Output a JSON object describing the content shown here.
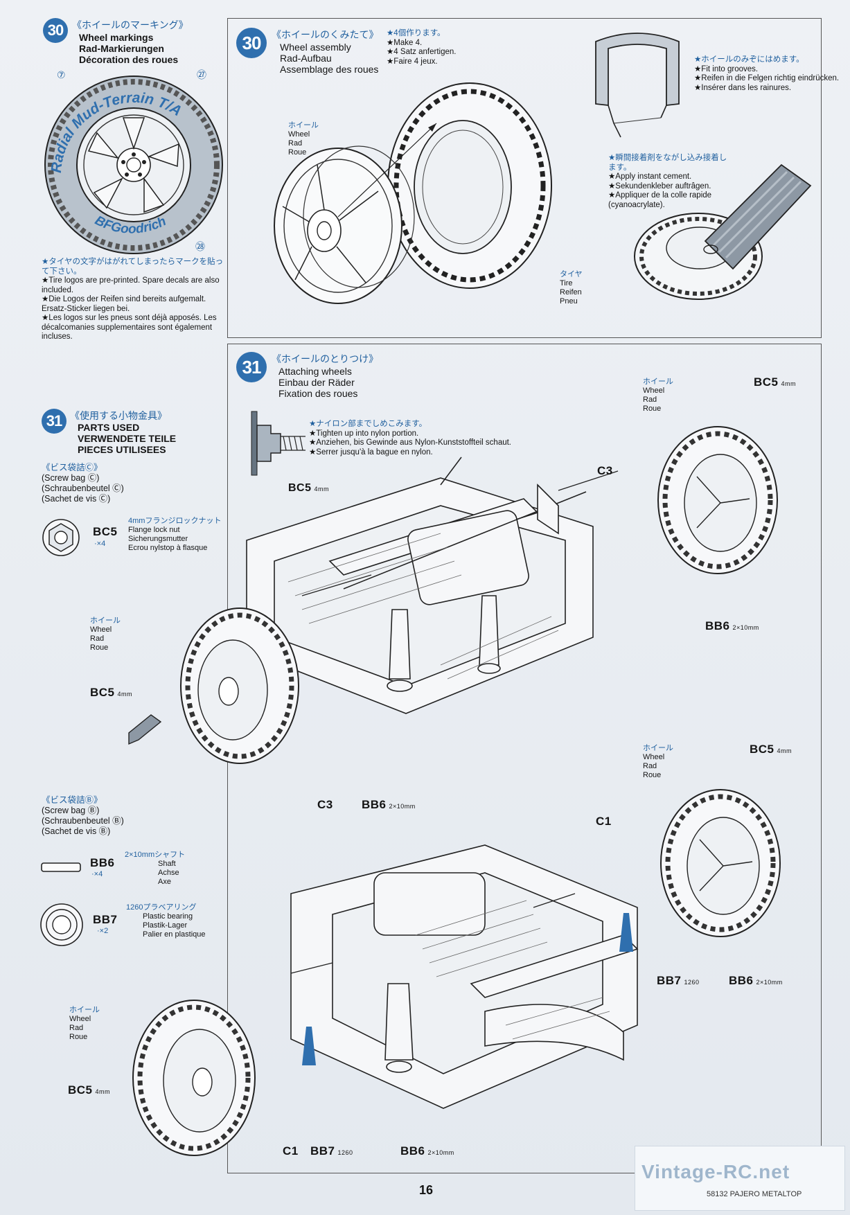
{
  "step30_markings": {
    "number": "30",
    "jp_title": "《ホイールのマーキング》",
    "title_en": "Wheel markings",
    "title_de": "Rad-Markierungen",
    "title_fr": "Décoration des roues",
    "decal_7": "⑦",
    "decal_27": "㉗",
    "decal_28": "㉘",
    "tire_text_top": "Radial Mud-Terrain T/A",
    "tire_text_bottom": "BFGoodrich",
    "note_jp": "★タイヤの文字がはがれてしまったらマークを貼って下さい。",
    "note_en": "★Tire logos are pre-printed. Spare decals are also included.",
    "note_de": "★Die Logos der Reifen sind bereits aufgemalt. Ersatz-Sticker liegen bei.",
    "note_fr": "★Les logos sur les pneus sont déjà apposés. Les décalcomanies supplementaires sont également incluses."
  },
  "step30_assembly": {
    "number": "30",
    "jp_title": "《ホイールのくみたて》",
    "title_en": "Wheel assembly",
    "title_de": "Rad-Aufbau",
    "title_fr": "Assemblage des roues",
    "make_jp": "★4個作ります。",
    "make_en": "★Make 4.",
    "make_de": "★4 Satz anfertigen.",
    "make_fr": "★Faire 4 jeux.",
    "wheel_jp": "ホイール",
    "wheel_en": "Wheel",
    "wheel_de": "Rad",
    "wheel_fr": "Roue",
    "tire_jp": "タイヤ",
    "tire_en": "Tire",
    "tire_de": "Reifen",
    "tire_fr": "Pneu",
    "grooves_jp": "★ホイールのみぞにはめます。",
    "grooves_en": "★Fit into grooves.",
    "grooves_de": "★Reifen in die Felgen richtig eindrücken.",
    "grooves_fr": "★Insérer dans les rainures.",
    "cement_jp": "★瞬間接着剤をながし込み接着します。",
    "cement_en": "★Apply instant cement.",
    "cement_de": "★Sekundenkleber auftrâgen.",
    "cement_fr": "★Appliquer de la colle rapide (cyanoacrylate)."
  },
  "step31_parts": {
    "number": "31",
    "jp_title": "《使用する小物金具》",
    "title_en": "PARTS USED",
    "title_de": "VERWENDETE TEILE",
    "title_fr": "PIECES UTILISEES",
    "bag_c_jp": "《ビス袋詰Ⓒ》",
    "bag_c_en": "(Screw bag Ⓒ)",
    "bag_c_de": "(Schraubenbeutel Ⓒ)",
    "bag_c_fr": "(Sachet de vis Ⓒ)",
    "bc5_code": "BC5",
    "bc5_qty": "·×4",
    "bc5_jp": "4mmフランジロックナット",
    "bc5_en": "Flange lock nut",
    "bc5_de": "Sicherungsmutter",
    "bc5_fr": "Ecrou nylstop à flasque",
    "bag_b_jp": "《ビス袋詰Ⓑ》",
    "bag_b_en": "(Screw bag Ⓑ)",
    "bag_b_de": "(Schraubenbeutel Ⓑ)",
    "bag_b_fr": "(Sachet de vis Ⓑ)",
    "bb6_code": "BB6",
    "bb6_qty": "·×4",
    "bb6_jp": "2×10mmシャフト",
    "bb6_en": "Shaft",
    "bb6_de": "Achse",
    "bb6_fr": "Axe",
    "bb7_code": "BB7",
    "bb7_qty": "·×2",
    "bb7_jp": "1260プラベアリング",
    "bb7_en": "Plastic bearing",
    "bb7_de": "Plastik-Lager",
    "bb7_fr": "Palier en plastique"
  },
  "step31_attach": {
    "number": "31",
    "jp_title": "《ホイールのとりつけ》",
    "title_en": "Attaching wheels",
    "title_de": "Einbau der Räder",
    "title_fr": "Fixation des roues",
    "nylon_jp": "★ナイロン部までしめこみます。",
    "nylon_en": "★Tighten up into nylon portion.",
    "nylon_de": "★Anziehen, bis Gewinde aus Nylon-Kunststoffteil schaut.",
    "nylon_fr": "★Serrer jusqu'à la bague en nylon.",
    "bc5": "BC5",
    "size_4mm": "4mm",
    "c3": "C3",
    "c1": "C1",
    "bb6": "BB6",
    "size_2x10": "2×10mm",
    "bb7": "BB7",
    "size_1260": "1260",
    "wheel_jp": "ホイール",
    "wheel_en": "Wheel",
    "wheel_de": "Rad",
    "wheel_fr": "Roue"
  },
  "footer": {
    "page_number": "16",
    "kit_label": "58132 PAJERO METALTOP",
    "watermark": "Vintage-RC.net"
  }
}
